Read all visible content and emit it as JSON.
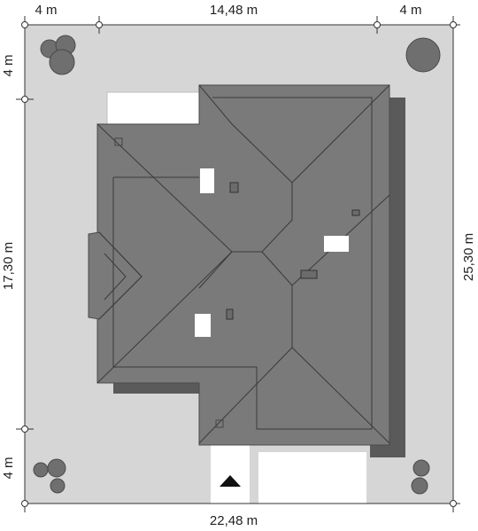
{
  "dimensions": {
    "top_left_setback": "4 m",
    "top_width": "14,48 m",
    "top_right_setback": "4 m",
    "left_top_setback": "4 m",
    "left_depth": "17,30 m",
    "left_bottom_setback": "4 m",
    "right_total": "25,30 m",
    "bottom_total": "22,48 m"
  },
  "colors": {
    "plot": "#d6d6d6",
    "roof": "#7a7a7a",
    "shadow": "#5a5a5a",
    "terrace": "#ffffff",
    "tree": "#6f6f6f"
  },
  "icons": {
    "entrance": "entrance-arrow-icon",
    "tree": "tree-icon"
  }
}
